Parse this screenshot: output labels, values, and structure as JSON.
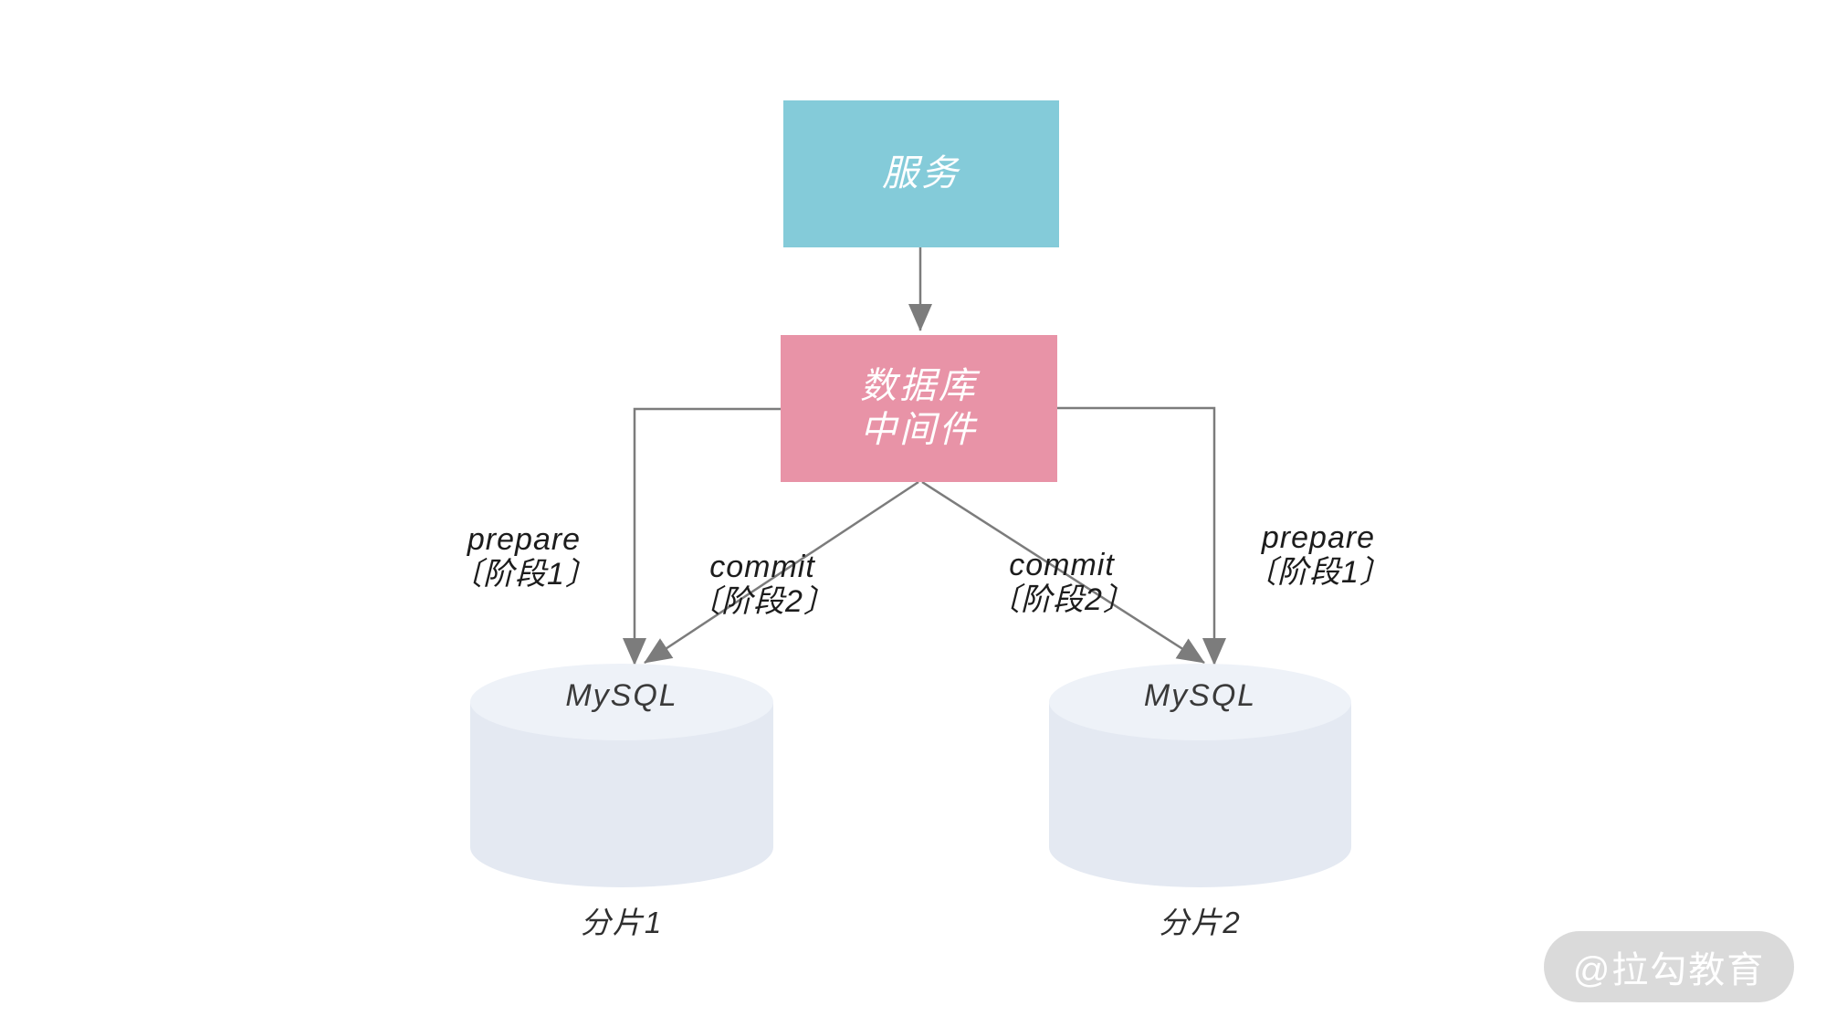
{
  "diagram": {
    "nodes": {
      "service": {
        "label": "服务"
      },
      "middleware": {
        "label": "数据库\n中间件"
      },
      "shard1": {
        "db_label": "MySQL",
        "caption": "分片1"
      },
      "shard2": {
        "db_label": "MySQL",
        "caption": "分片2"
      }
    },
    "edges": {
      "prepare_left": {
        "line1": "prepare",
        "line2": "〔阶段1〕"
      },
      "commit_left": {
        "line1": "commit",
        "line2": "〔阶段2〕"
      },
      "commit_right": {
        "line1": "commit",
        "line2": "〔阶段2〕"
      },
      "prepare_right": {
        "line1": "prepare",
        "line2": "〔阶段1〕"
      }
    },
    "colors": {
      "service_fill": "#84cbd9",
      "middleware_fill": "#e893a7",
      "cylinder_top": "#eef2f8",
      "cylinder_body": "#e4e9f2",
      "line": "#7c7c7c",
      "label_text": "#1c1c1c",
      "db_text": "#3a3a3a",
      "caption_text": "#2f2f2f",
      "watermark_bg": "#dadada",
      "watermark_text": "#ffffff"
    }
  },
  "watermark": {
    "text": "@拉勾教育"
  }
}
